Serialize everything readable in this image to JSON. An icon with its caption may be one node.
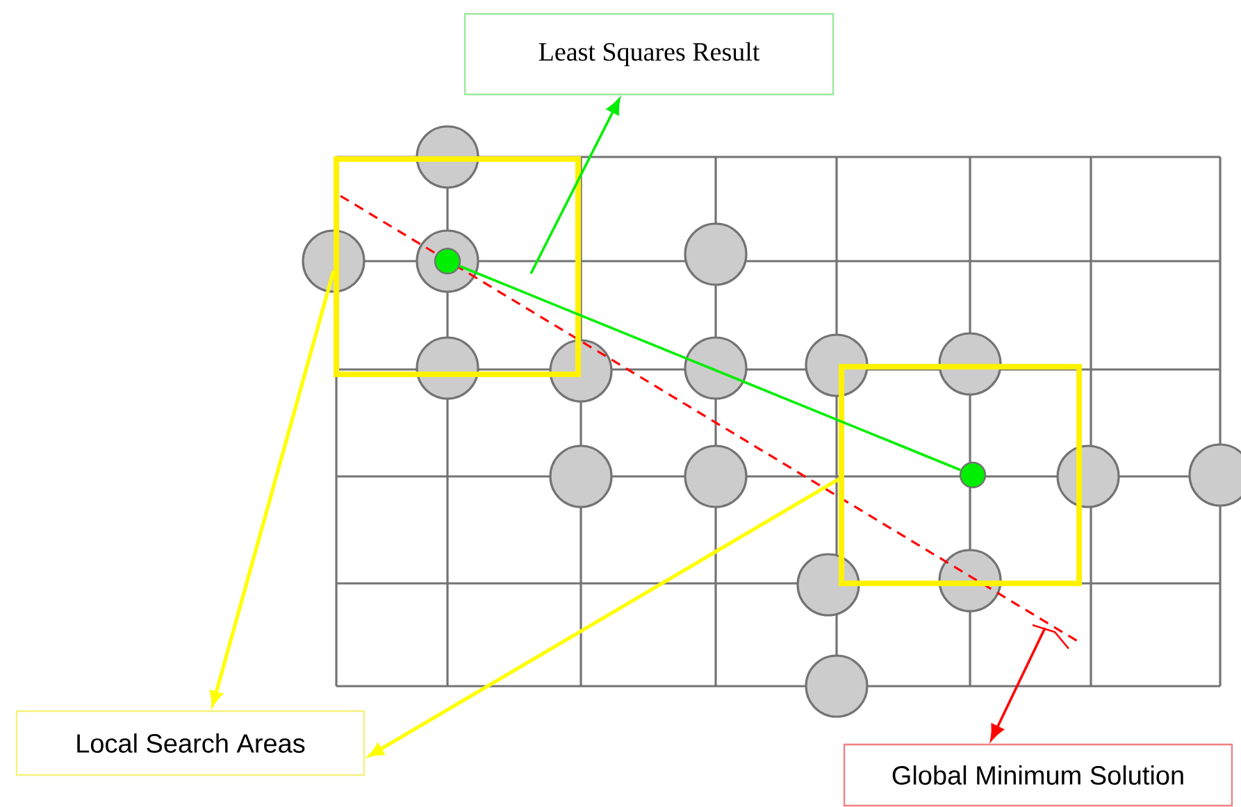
{
  "diagram": {
    "nodes": [
      {
        "text": [
          "Least Squares Result"
        ]
      },
      {
        "text": [
          "Local Search Areas"
        ]
      },
      {
        "text": [
          "Global Minimum Solution"
        ]
      },
      {
        "text": [],
        "shape": "box"
      },
      {
        "text": [],
        "shape": "box"
      },
      {
        "text": [],
        "shape": "circle",
        "in": 3
      },
      {
        "text": [],
        "shape": "circle",
        "in": 4
      }
    ],
    "edges": [
      {
        "from": 5,
        "to": 6,
        "arrow": "none",
        "color": "#00ee00"
      },
      {
        "from": 3,
        "to": 0,
        "arrow": "to",
        "color": "#00ee00"
      },
      {
        "from": 3,
        "to": 1,
        "arrow": "to",
        "color": "#ffff00"
      },
      {
        "from": 4,
        "to": 1,
        "arrow": "to",
        "color": "#ffff00"
      },
      {
        "from": null,
        "to": 2,
        "arrow": "to",
        "color": "#ff0000"
      }
    ]
  }
}
